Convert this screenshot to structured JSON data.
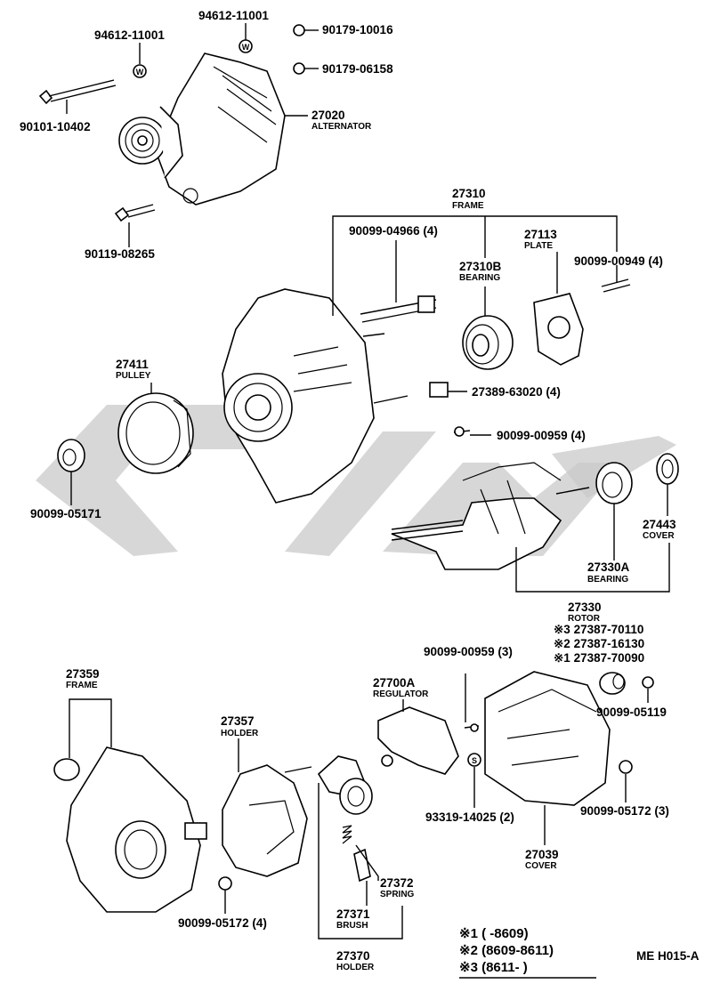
{
  "labels": {
    "pn_94612_a": "94612-11001",
    "pn_94612_b": "94612-11001",
    "pn_90179_10016": "90179-10016",
    "pn_90179_06158": "90179-06158",
    "pn_90101": "90101-10402",
    "pn_27020": "27020",
    "alternator": "ALTERNATOR",
    "pn_90119": "90119-08265",
    "pn_27310": "27310",
    "frame_top": "FRAME",
    "pn_90099_04966": "90099-04966 (4)",
    "pn_27113": "27113",
    "plate": "PLATE",
    "pn_27310b": "27310B",
    "bearing_top": "BEARING",
    "pn_90099_00949": "90099-00949 (4)",
    "pn_27411": "27411",
    "pulley": "PULLEY",
    "pn_27389": "27389-63020 (4)",
    "pn_90099_00959_a": "90099-00959 (4)",
    "pn_90099_05171": "90099-05171",
    "pn_27443": "27443",
    "cover_right": "COVER",
    "pn_27330a": "27330A",
    "bearing_mid": "BEARING",
    "pn_27330": "27330",
    "rotor": "ROTOR",
    "var3": "※3 27387-70110",
    "var2": "※2 27387-16130",
    "var1": "※1 27387-70090",
    "pn_90099_00959_b": "90099-00959 (3)",
    "pn_27359": "27359",
    "frame_bottom": "FRAME",
    "pn_27700a": "27700A",
    "regulator": "REGULATOR",
    "pn_90099_05119": "90099-05119",
    "pn_27357": "27357",
    "holder_mid": "HOLDER",
    "pn_90099_05172_a": "90099-05172 (3)",
    "pn_93319": "93319-14025 (2)",
    "pn_27039": "27039",
    "cover_bottom": "COVER",
    "pn_27372": "27372",
    "spring": "SPRING",
    "pn_90099_05172_b": "90099-05172 (4)",
    "pn_27371": "27371",
    "brush": "BRUSH",
    "pn_27370": "27370",
    "holder_bottom": "HOLDER",
    "legend_1": "※1 (     -8609)",
    "legend_2": "※2 (8609-8611)",
    "legend_3": "※3 (8611-       )",
    "diagram_code": "ME H015-A",
    "washer_w1": "W",
    "washer_w2": "W",
    "washer_s": "S"
  }
}
